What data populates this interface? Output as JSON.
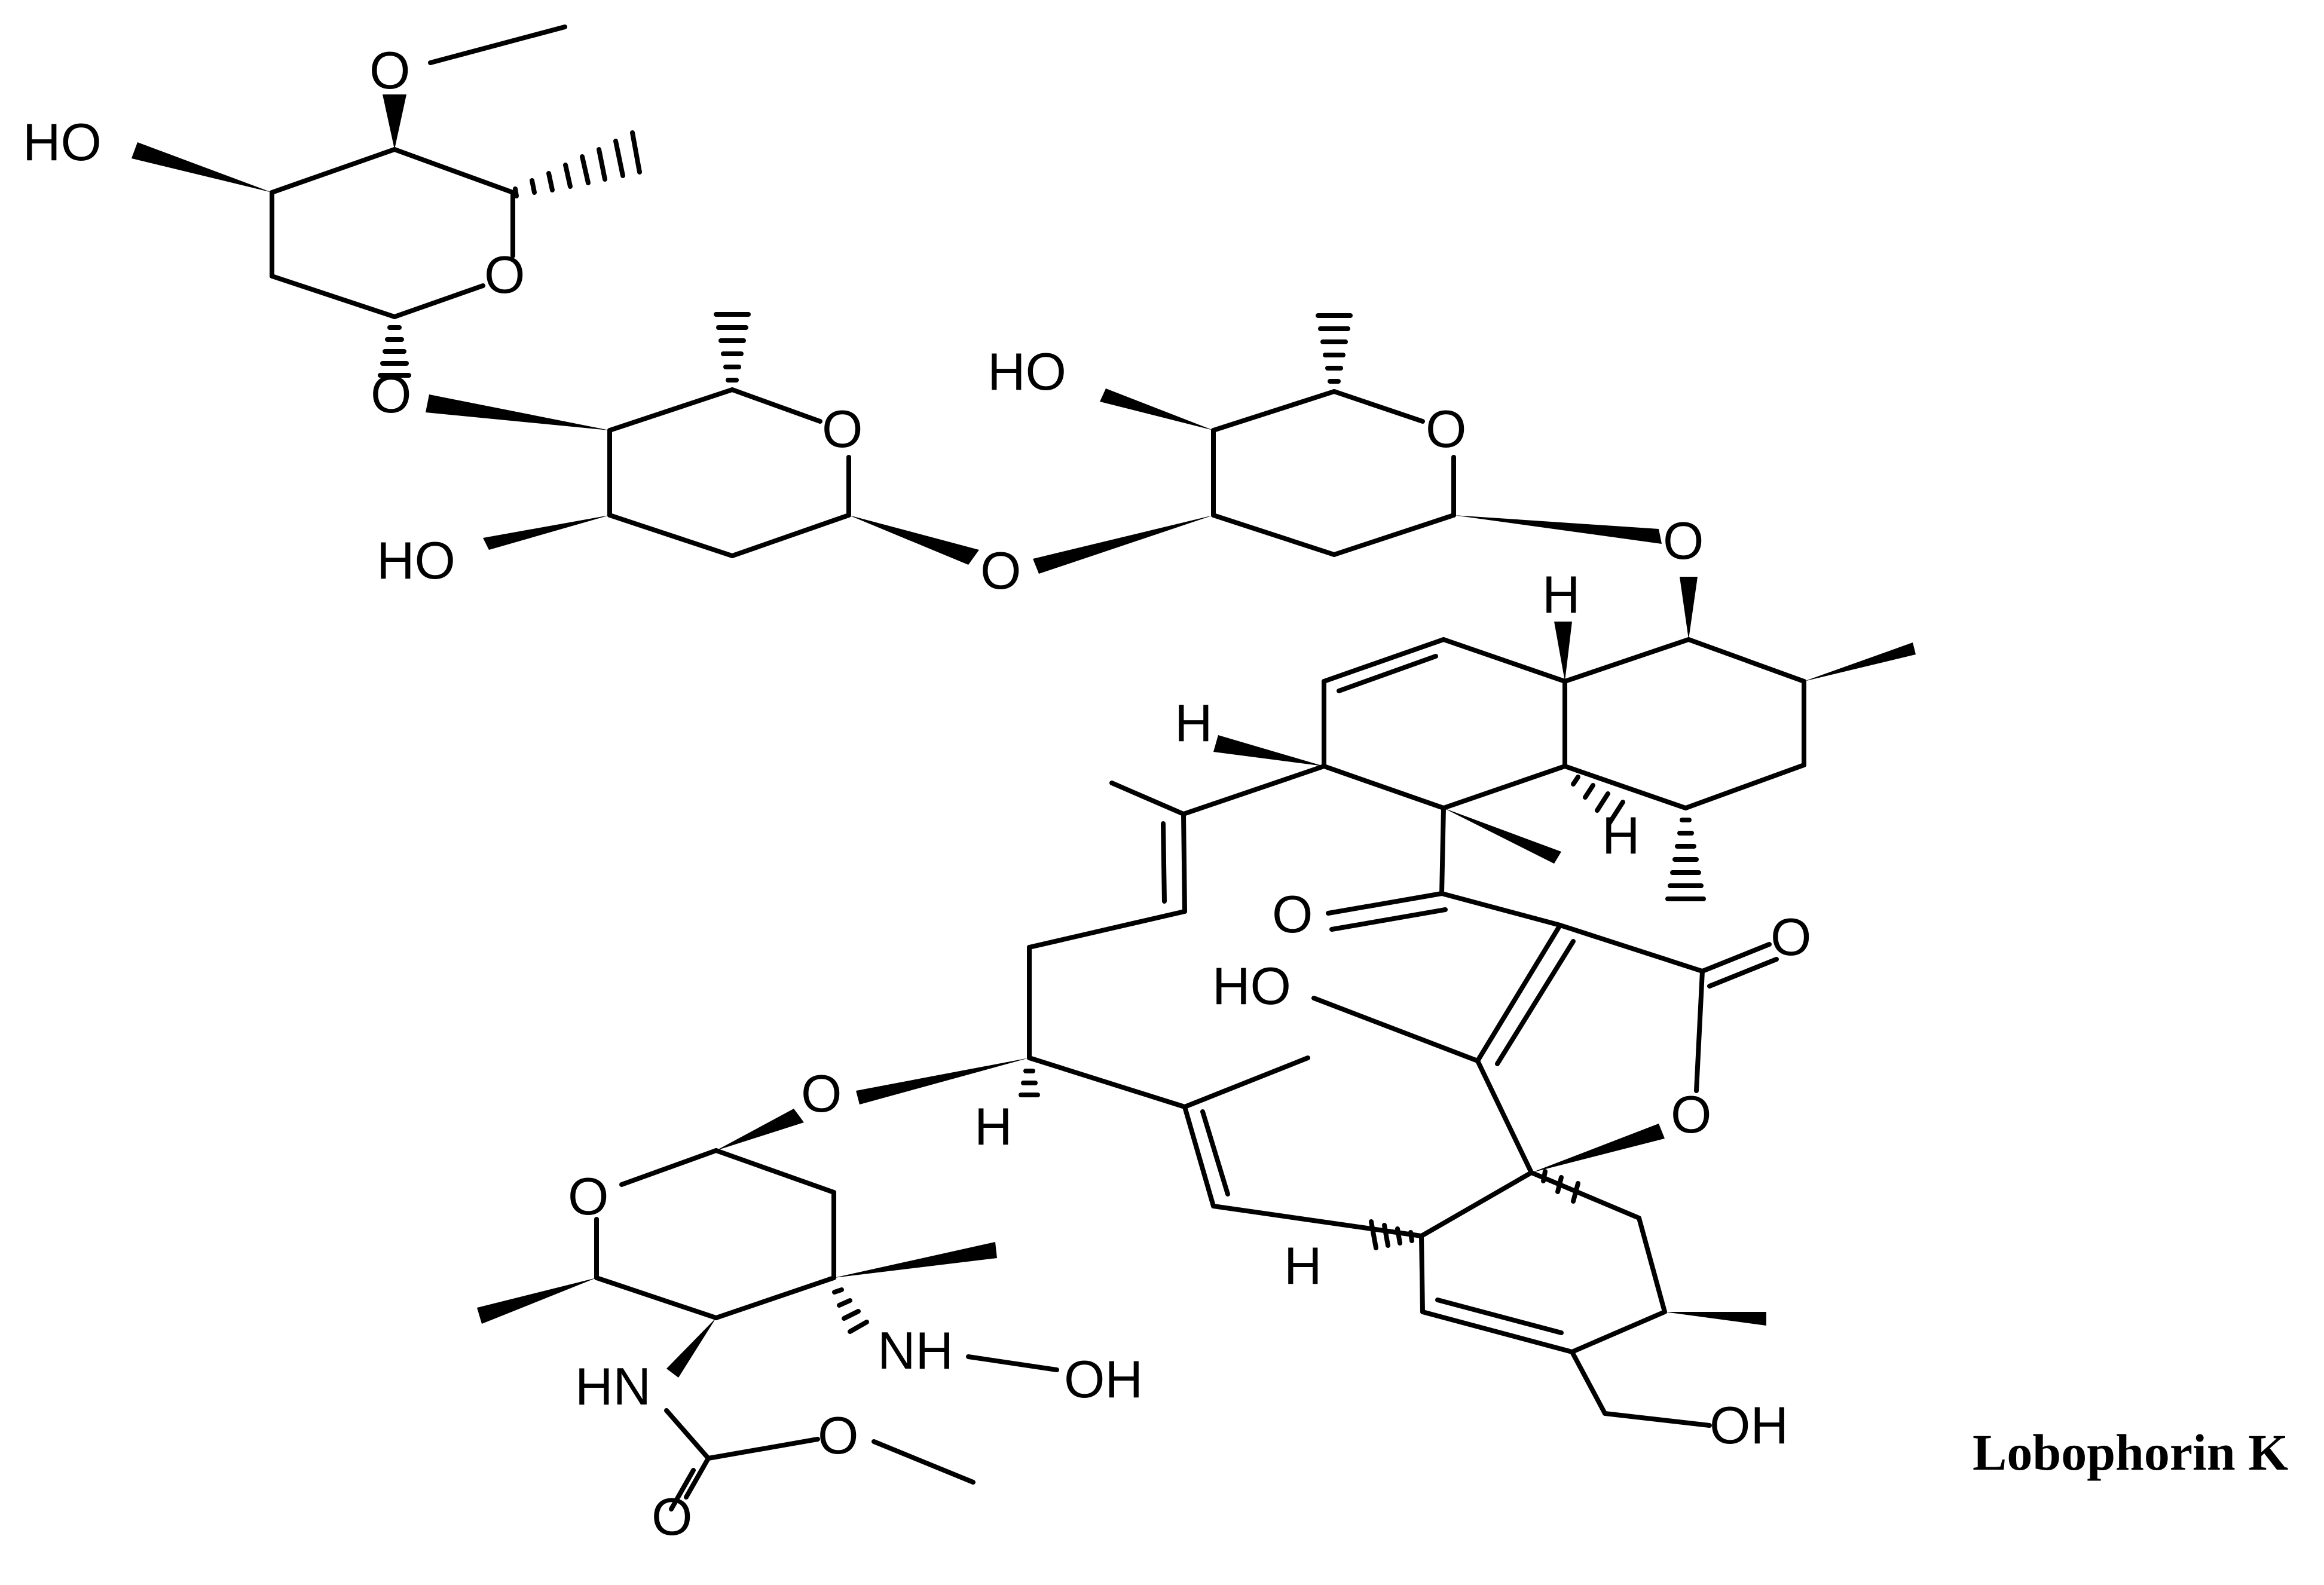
{
  "compound_name": "Lobophorin K",
  "atom_labels": {
    "O": "O",
    "HO": "HO",
    "OH": "OH",
    "H": "H",
    "HN": "HN",
    "NH": "NH"
  },
  "colors": {
    "background": "#ffffff",
    "ink": "#000000"
  }
}
